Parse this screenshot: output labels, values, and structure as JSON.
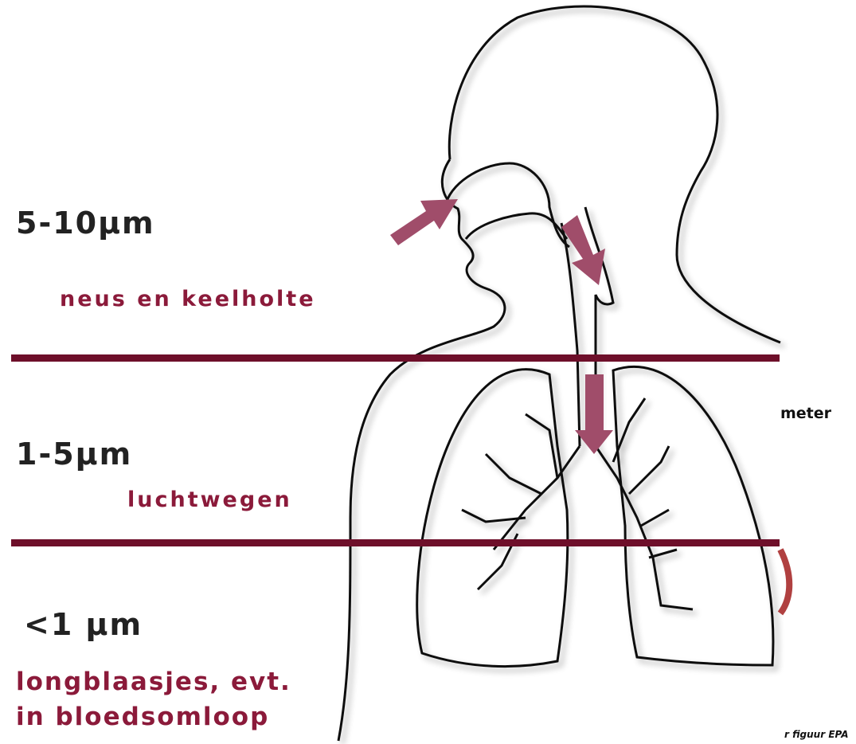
{
  "zones": [
    {
      "size": "5-10µm",
      "region": "neus en keelholte"
    },
    {
      "size": "1-5µm",
      "region": "luchtwegen"
    },
    {
      "size": "<1 µm",
      "region_line1": "longblaasjes, evt.",
      "region_line2": "in bloedsomloop"
    }
  ],
  "side_text": "meter",
  "credit": "r figuur EPA",
  "colors": {
    "arrow": "#a04d6a",
    "divider": "#6e0f2a",
    "outline": "#111111",
    "region_text": "#8b1a3a"
  }
}
